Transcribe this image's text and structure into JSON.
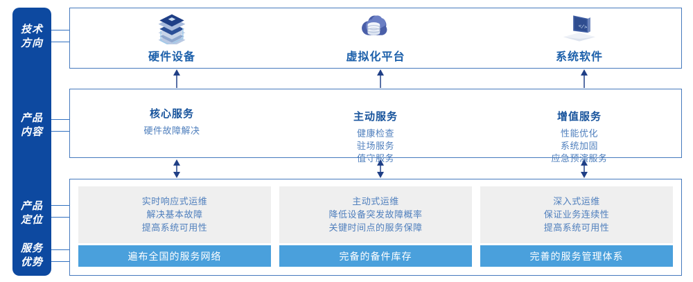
{
  "rail": {
    "items": [
      {
        "name": "tech-direction",
        "line1": "技术",
        "line2": "方向"
      },
      {
        "name": "product-content",
        "line1": "产品",
        "line2": "内容"
      },
      {
        "name": "product-position",
        "line1": "产品",
        "line2": "定位"
      },
      {
        "name": "service-advantage",
        "line1": "服务",
        "line2": "优势"
      }
    ]
  },
  "section1": {
    "columns": [
      {
        "icon": "server-stack-icon",
        "label": "硬件设备"
      },
      {
        "icon": "cloud-database-icon",
        "label": "虚拟化平台"
      },
      {
        "icon": "laptop-code-icon",
        "label": "系统软件"
      }
    ]
  },
  "section2": {
    "columns": [
      {
        "title": "核心服务",
        "items": [
          "硬件故障解决"
        ]
      },
      {
        "title": "主动服务",
        "items": [
          "健康检查",
          "驻场服务",
          "值守服务"
        ]
      },
      {
        "title": "增值服务",
        "items": [
          "性能优化",
          "系统加固",
          "应急预演服务"
        ]
      }
    ]
  },
  "section3": {
    "positioning": [
      {
        "lines": [
          "实时响应式运维",
          "解决基本故障",
          "提高系统可用性"
        ]
      },
      {
        "lines": [
          "主动式运维",
          "降低设备突发故障概率",
          "关键时间点的服务保障"
        ]
      },
      {
        "lines": [
          "深入式运维",
          "保证业务连续性",
          "提高系统可用性"
        ]
      }
    ],
    "advantages": [
      "遍布全国的服务网络",
      "完备的备件库存",
      "完善的服务管理体系"
    ]
  },
  "colors": {
    "rail_blue": "#0d49a0",
    "border_blue": "#4579bd",
    "title_blue": "#17539c",
    "text_blue": "#4f7fbd",
    "bar_blue": "#4aa0dc",
    "card_gray": "#efefef",
    "arrow_navy": "#1f3f86"
  }
}
